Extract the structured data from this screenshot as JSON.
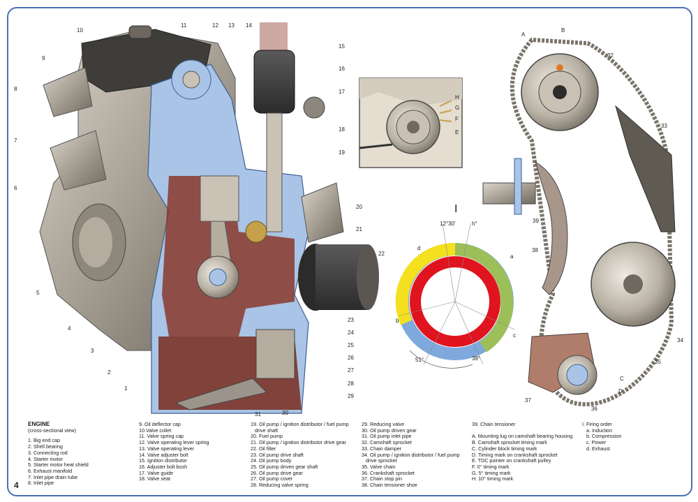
{
  "page_number": "4",
  "engine_title": "ENGINE",
  "engine_subtitle": "(cross-sectional view)",
  "roman_numeral": "I",
  "legend_col1": [
    "1. Big end cap",
    "2. Shell bearing",
    "3. Connecting rod",
    "4. Starter motor",
    "5. Starter motor heat shield",
    "6. Exhaust manifold",
    "7. Inlet pipe drain tube",
    "8. Inlet pipe"
  ],
  "legend_col2": [
    "9. Oil deflector cap",
    "10.Valve collet",
    "11. Valve spring cap",
    "12. Valve operating lever spring",
    "13. Valve operating lever",
    "14. Valve adjuster bolt",
    "15. Ignition distributor",
    "16. Adjuster bolt bush",
    "17. Valve guide",
    "18. Valve seat"
  ],
  "legend_col3": [
    "19. Oil pump / ignition distributor / fuel pump",
    "drive shaft",
    "20. Fuel pump",
    "21. Oil pump / ignition distributor drive gear",
    "22. Oil filter",
    "23. Oil pump drive shaft",
    "24. Oil pump body",
    "25. Oil pump driven gear shaft",
    "26. Oil pump drive gear",
    "27. Oil pump cover",
    "28. Reducing valve spring"
  ],
  "legend_col4": [
    "29. Reducing valve",
    "30. Oil pump driven gear",
    "31. Oil pump inlet pipe",
    "32. Camshaft sprocket",
    "33. Chain damper",
    "34. Oil pump / ignition distributor / fuel pump",
    "drive sprocket",
    "35. Valve chain",
    "36. Crankshaft sprocket",
    "37. Chain stop pin",
    "38. Chain tensioner shoe"
  ],
  "legend_col5": [
    "39. Chain tensioner",
    "",
    "A. Mounting lug on camshaft bearing housing",
    "B. Camshaft sprocket timing mark",
    "C. Cylinder block timing mark",
    "D. Timing mark on crankshaft  sprocket",
    "E. TDC pointer on crankshaft pulley",
    "F. 0° timing mark",
    "G. 5° timing mark",
    "H. 10° timing mark"
  ],
  "legend_col6": [
    "I. Firing order",
    "a. Induction",
    "b. Compression",
    "c. Power",
    "d. Exhaust"
  ],
  "callouts_left": [
    "8",
    "9",
    "10",
    "7",
    "6",
    "5",
    "4",
    "3",
    "2",
    "1"
  ],
  "callouts_top": [
    "11",
    "12",
    "13",
    "14"
  ],
  "callouts_right": [
    "15",
    "16",
    "17",
    "18",
    "19",
    "20",
    "21",
    "22",
    "23",
    "24",
    "25",
    "26",
    "27",
    "28",
    "29",
    "30",
    "31"
  ],
  "pulley_marks": [
    "H",
    "G",
    "F",
    "E"
  ],
  "chain_labels": [
    "A",
    "B",
    "32",
    "33",
    "34",
    "35",
    "36",
    "37",
    "38",
    "39",
    "C",
    "D"
  ],
  "diagram_labels": {
    "top_left": "12°30'",
    "top_right": "h°",
    "bottom_left": "51°",
    "bottom_right": "38°",
    "a": "a",
    "b": "b",
    "c": "c",
    "d": "d"
  },
  "colors": {
    "border": "#4a6fb5",
    "section_blue": "#a9c4e6",
    "section_red": "#8a3a2a",
    "ring_yellow": "#f5e020",
    "ring_red": "#e0141e",
    "ring_blue": "#7fa8dc",
    "ring_green": "#9cbf5a",
    "metal": "#9a948a"
  }
}
